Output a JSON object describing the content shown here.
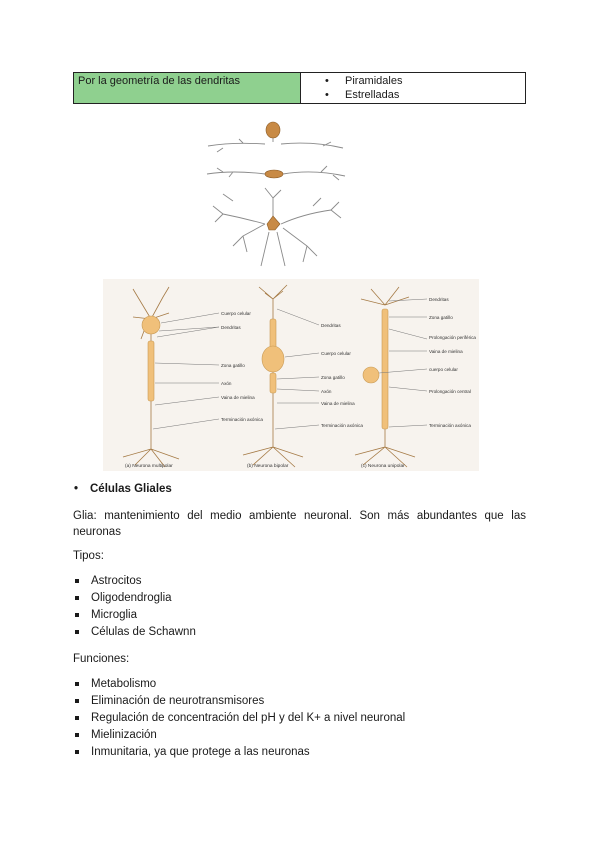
{
  "table": {
    "left": "Por la geometría de las dendritas",
    "right_items": [
      "Piramidales",
      "Estrelladas"
    ]
  },
  "figure2": {
    "labels": {
      "a1": "Cuerpo celular",
      "a2": "Dendritas",
      "a3": "Zona gatillo",
      "a4": "Axón",
      "a5": "Vaina de mielina",
      "a6": "Terminación axónica",
      "b1": "Dendritas",
      "b2": "Cuerpo celular",
      "b3": "Zona gatillo",
      "b4": "Axón",
      "b5": "Vaina de mielina",
      "b6": "Terminación axónica",
      "c1": "Dendritas",
      "c2": "Zona gatillo",
      "c3": "Prolongación periférica",
      "c4": "Vaina de mielina",
      "c5": "cuerpo celular",
      "c6": "Prolongación central",
      "c7": "Terminación axónica"
    },
    "captions": [
      "(a) Neurona multipolar",
      "(b) Neurona bipolar",
      "(c) Neurona unipolar"
    ]
  },
  "section": {
    "title": "Células Gliales",
    "paragraph": "Glia: mantenimiento del medio ambiente neuronal. Son más abundantes que las neuronas",
    "tipos_label": "Tipos:",
    "tipos": [
      "Astrocitos",
      "Oligodendroglia",
      "Microglia",
      "Células de Schawnn"
    ],
    "funciones_label": "Funciones:",
    "funciones": [
      "Metabolismo",
      "Eliminación de neurotransmisores",
      "Regulación de concentración del pH y del K+ a nivel neuronal",
      "Mielinización",
      "Inmunitaria, ya que protege a las neuronas"
    ]
  }
}
